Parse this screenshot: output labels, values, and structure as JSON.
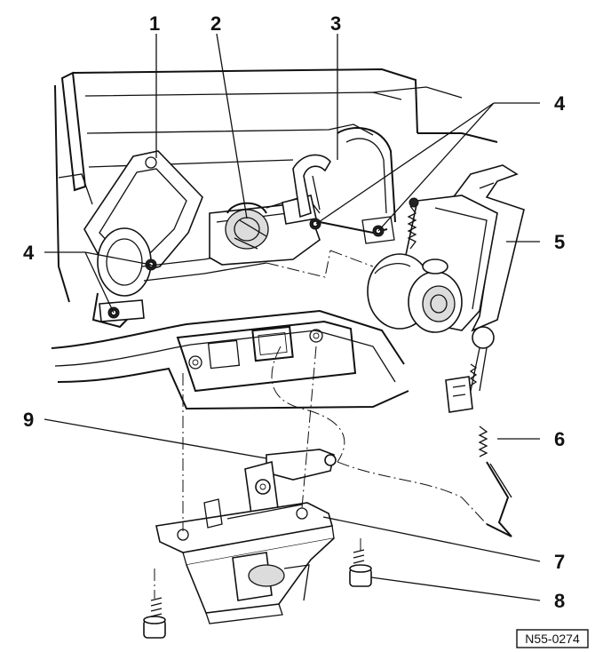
{
  "callouts": {
    "c1": "1",
    "c2": "2",
    "c3": "3",
    "c4a": "4",
    "c4b": "4",
    "c5": "5",
    "c6": "6",
    "c7": "7",
    "c8": "8",
    "c9": "9"
  },
  "reference_code": "N55-0274"
}
